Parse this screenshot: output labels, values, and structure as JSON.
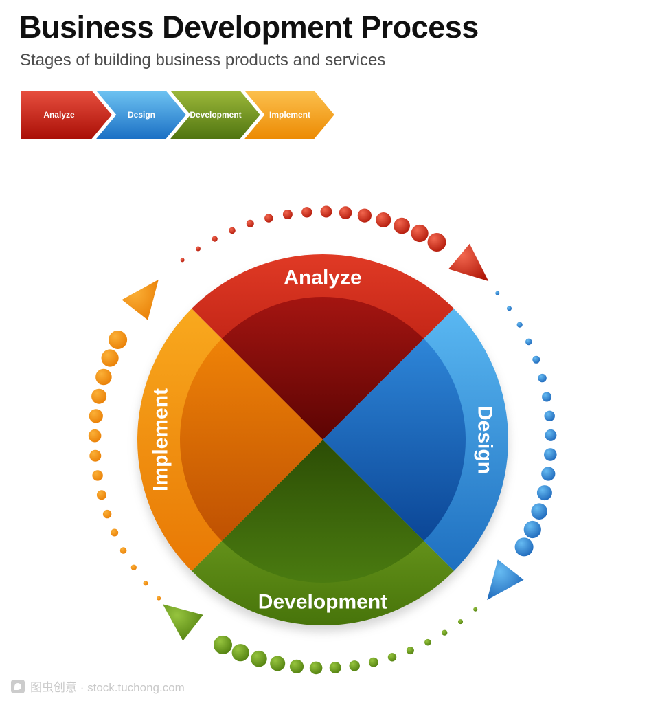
{
  "header": {
    "title": "Business Development Process",
    "subtitle": "Stages of building business products and services"
  },
  "stage_bar": {
    "stages": [
      {
        "id": "analyze",
        "label": "Analyze",
        "top": "#e8503f",
        "bottom": "#a90e06"
      },
      {
        "id": "design",
        "label": "Design",
        "top": "#6fc4f2",
        "bottom": "#1a6fc4"
      },
      {
        "id": "development",
        "label": "Development",
        "top": "#9db93a",
        "bottom": "#4f7410"
      },
      {
        "id": "implement",
        "label": "Implement",
        "top": "#fcc14f",
        "bottom": "#ec8a02"
      }
    ]
  },
  "wheel": {
    "quadrants": [
      {
        "id": "analyze",
        "label": "Analyze",
        "band": [
          "#e03a25",
          "#a30f07"
        ],
        "core": [
          "#a41511",
          "#5c0403"
        ],
        "dot": [
          "#f2674f",
          "#b01708"
        ],
        "arc": {
          "dot_start": -128,
          "dot_end": -60,
          "arrow": -50
        }
      },
      {
        "id": "design",
        "label": "Design",
        "band": [
          "#5ab8f2",
          "#1e6fc0"
        ],
        "core": [
          "#2e86d8",
          "#0b4696"
        ],
        "dot": [
          "#66bbf2",
          "#1b64b8"
        ],
        "arc": {
          "dot_start": -40,
          "dot_end": 28,
          "arrow": 38
        }
      },
      {
        "id": "development",
        "label": "Development",
        "band": [
          "#85b32c",
          "#47740a"
        ],
        "core": [
          "#2c4d05",
          "#4a7b10"
        ],
        "dot": [
          "#96c43e",
          "#4f7d0d"
        ],
        "arc": {
          "dot_start": 48,
          "dot_end": 116,
          "arrow": 128
        }
      },
      {
        "id": "implement",
        "label": "Implement",
        "band": [
          "#f9a91e",
          "#e87804"
        ],
        "core": [
          "#ef8307",
          "#bf5102"
        ],
        "dot": [
          "#fbb037",
          "#e87d04"
        ],
        "arc": {
          "dot_start": 136,
          "dot_end": 206,
          "arrow": 218
        }
      }
    ]
  },
  "watermark": {
    "text": "图虫创意 · stock.tuchong.com"
  }
}
